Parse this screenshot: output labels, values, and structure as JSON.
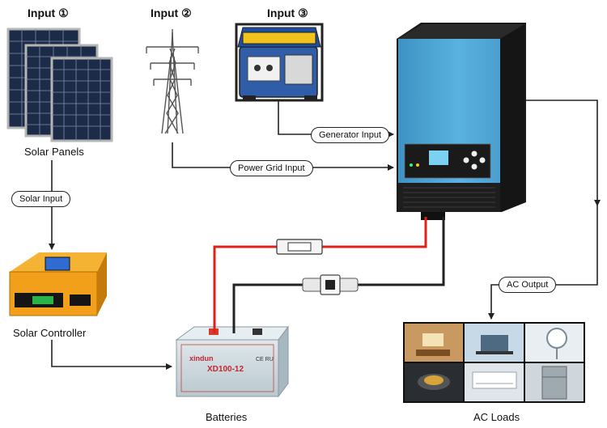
{
  "inputs": {
    "input1": "Input ①",
    "input2": "Input ②",
    "input3": "Input ③"
  },
  "labels": {
    "solar_panels": "Solar Panels",
    "solar_controller": "Solar Controller",
    "batteries": "Batteries",
    "ac_loads": "AC Loads"
  },
  "connectors": {
    "solar_input": "Solar Input",
    "generator_input": "Generator Input",
    "power_grid_input": "Power Grid Input",
    "ac_output": "AC Output"
  },
  "battery": {
    "brand": "xindun",
    "model": "XD100-12",
    "mark": "CE RU"
  },
  "colors": {
    "inverter_blue": "#4aa6d6",
    "controller_orange": "#f2a01c",
    "positive_wire": "#e0201b",
    "negative_wire": "#222222",
    "battery_body": "#c9d6dc"
  }
}
